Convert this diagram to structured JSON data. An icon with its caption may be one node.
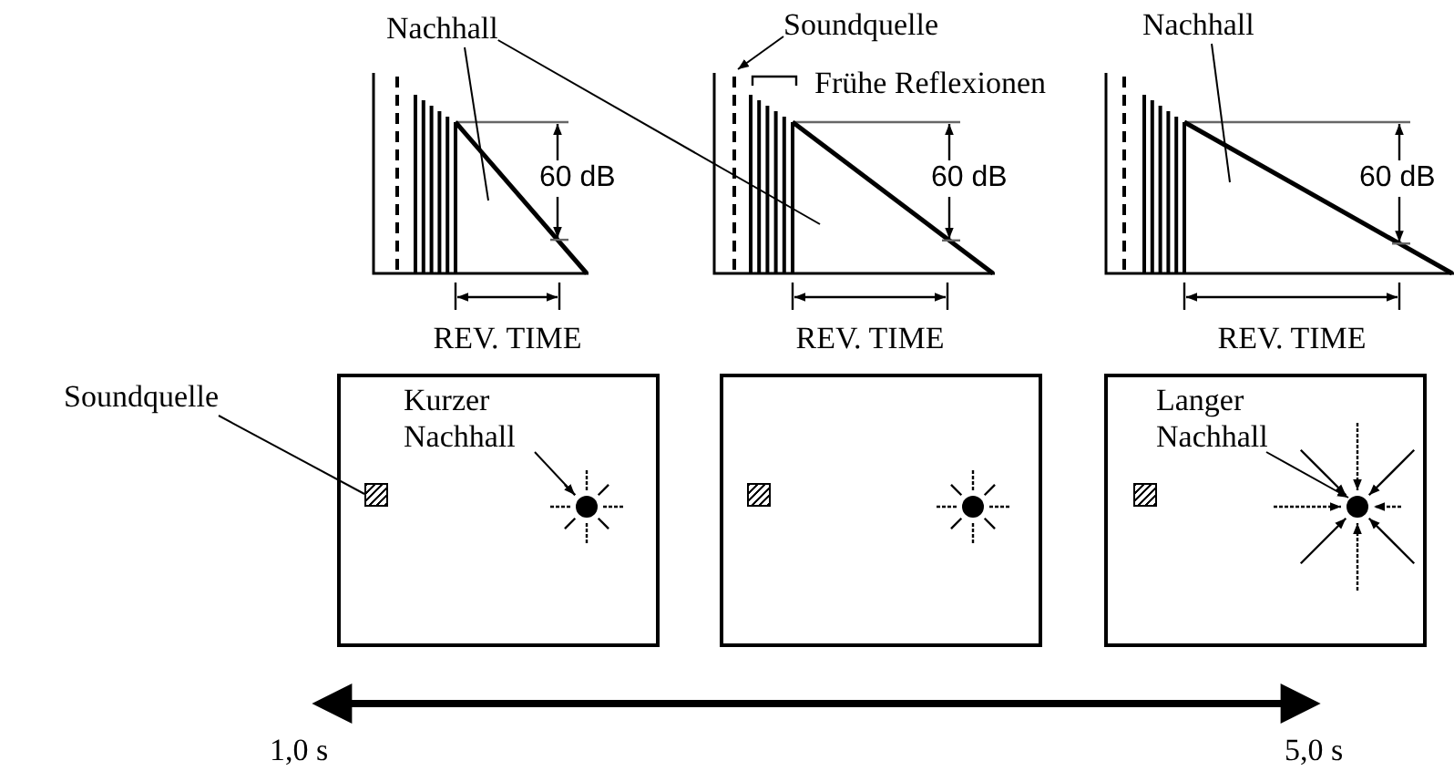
{
  "diagram": {
    "nodes": [
      {
        "text": [
          "Nachhall"
        ]
      },
      {
        "text": [
          "Soundquelle"
        ]
      },
      {
        "text": [
          "Frühe Reflexionen"
        ]
      },
      {
        "text": [
          "Nachhall"
        ]
      },
      {
        "text": [],
        "shape": "picture",
        "beside": [
          "REV. TIME"
        ]
      },
      {
        "text": [],
        "shape": "picture",
        "beside": [
          "REV. TIME"
        ]
      },
      {
        "text": [],
        "shape": "picture",
        "beside": [
          "REV. TIME"
        ]
      },
      {
        "text": [
          "Soundquelle"
        ]
      },
      {
        "text": [],
        "shape": "box"
      },
      {
        "text": [
          "Kurzer Nachhall"
        ],
        "in": 8
      },
      {
        "text": [],
        "shape": "box",
        "in": 8
      },
      {
        "text": [],
        "shape": "circle",
        "in": 8
      },
      {
        "text": [],
        "shape": "box"
      },
      {
        "text": [],
        "shape": "box",
        "in": 12
      },
      {
        "text": [],
        "shape": "circle",
        "in": 12
      },
      {
        "text": [],
        "shape": "box"
      },
      {
        "text": [
          "Langer Nachhall"
        ],
        "in": 15
      },
      {
        "text": [],
        "shape": "box",
        "in": 15
      },
      {
        "text": [],
        "shape": "circle",
        "in": 15
      }
    ],
    "edges": [
      {
        "from": 0,
        "to": 4,
        "arrow": "none"
      },
      {
        "from": 0,
        "to": 5,
        "arrow": "none"
      },
      {
        "from": 1,
        "to": 5,
        "arrow": "to"
      },
      {
        "from": 3,
        "to": 6,
        "arrow": "none"
      },
      {
        "from": 7,
        "to": 10,
        "arrow": "none"
      },
      {
        "from": 9,
        "to": 11,
        "arrow": "to"
      },
      {
        "from": 16,
        "to": 18,
        "arrow": "to"
      }
    ],
    "labels": [
      "60 dB",
      "60 dB",
      "60 dB",
      "1,0 s",
      "5,0 s"
    ]
  }
}
